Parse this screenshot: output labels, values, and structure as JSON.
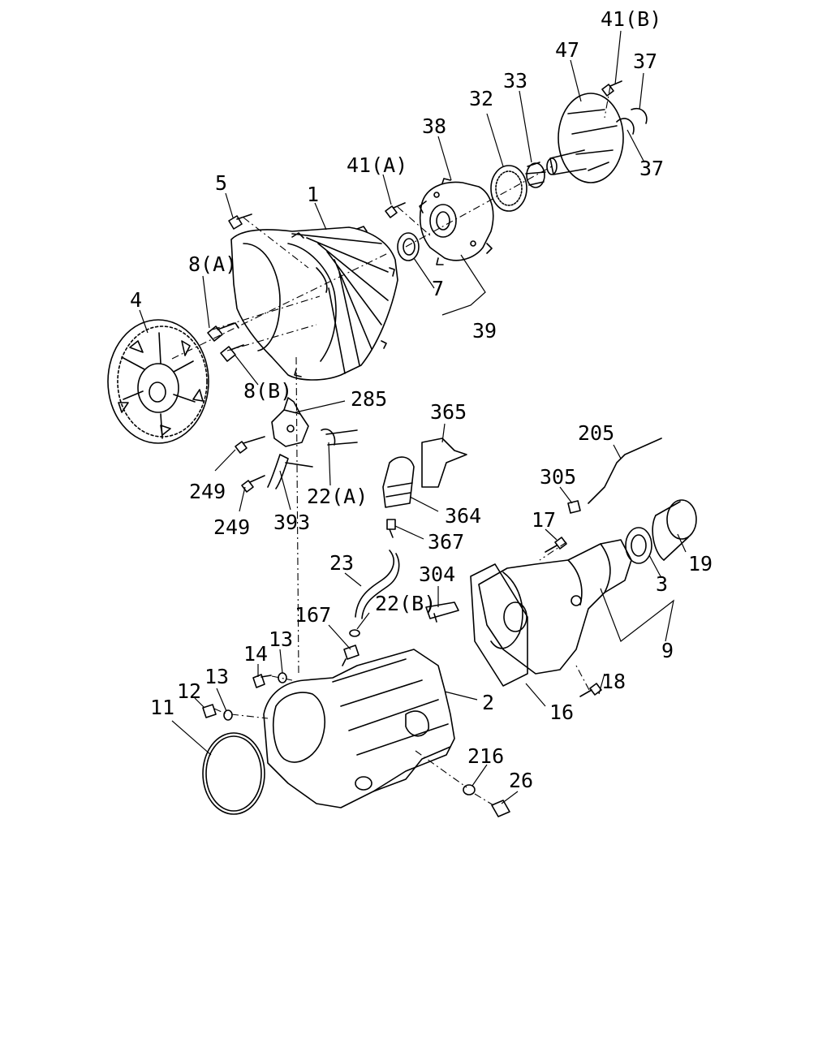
{
  "callouts": [
    {
      "id": "41B",
      "label": "41(B)"
    },
    {
      "id": "47",
      "label": "47"
    },
    {
      "id": "37a",
      "label": "37"
    },
    {
      "id": "33",
      "label": "33"
    },
    {
      "id": "32",
      "label": "32"
    },
    {
      "id": "38",
      "label": "38"
    },
    {
      "id": "37b",
      "label": "37"
    },
    {
      "id": "41A",
      "label": "41(A)"
    },
    {
      "id": "5",
      "label": "5"
    },
    {
      "id": "1",
      "label": "1"
    },
    {
      "id": "8A",
      "label": "8(A)"
    },
    {
      "id": "7",
      "label": "7"
    },
    {
      "id": "4",
      "label": "4"
    },
    {
      "id": "39",
      "label": "39"
    },
    {
      "id": "8B",
      "label": "8(B)"
    },
    {
      "id": "285",
      "label": "285"
    },
    {
      "id": "365",
      "label": "365"
    },
    {
      "id": "205",
      "label": "205"
    },
    {
      "id": "249a",
      "label": "249"
    },
    {
      "id": "22A",
      "label": "22(A)"
    },
    {
      "id": "305",
      "label": "305"
    },
    {
      "id": "364",
      "label": "364"
    },
    {
      "id": "249b",
      "label": "249"
    },
    {
      "id": "393",
      "label": "393"
    },
    {
      "id": "17",
      "label": "17"
    },
    {
      "id": "367",
      "label": "367"
    },
    {
      "id": "19",
      "label": "19"
    },
    {
      "id": "23",
      "label": "23"
    },
    {
      "id": "304",
      "label": "304"
    },
    {
      "id": "3",
      "label": "3"
    },
    {
      "id": "22B",
      "label": "22(B)"
    },
    {
      "id": "167",
      "label": "167"
    },
    {
      "id": "9",
      "label": "9"
    },
    {
      "id": "14",
      "label": "14"
    },
    {
      "id": "13a",
      "label": "13"
    },
    {
      "id": "18",
      "label": "18"
    },
    {
      "id": "13b",
      "label": "13"
    },
    {
      "id": "12",
      "label": "12"
    },
    {
      "id": "2",
      "label": "2"
    },
    {
      "id": "11",
      "label": "11"
    },
    {
      "id": "16",
      "label": "16"
    },
    {
      "id": "216",
      "label": "216"
    },
    {
      "id": "26",
      "label": "26"
    }
  ]
}
